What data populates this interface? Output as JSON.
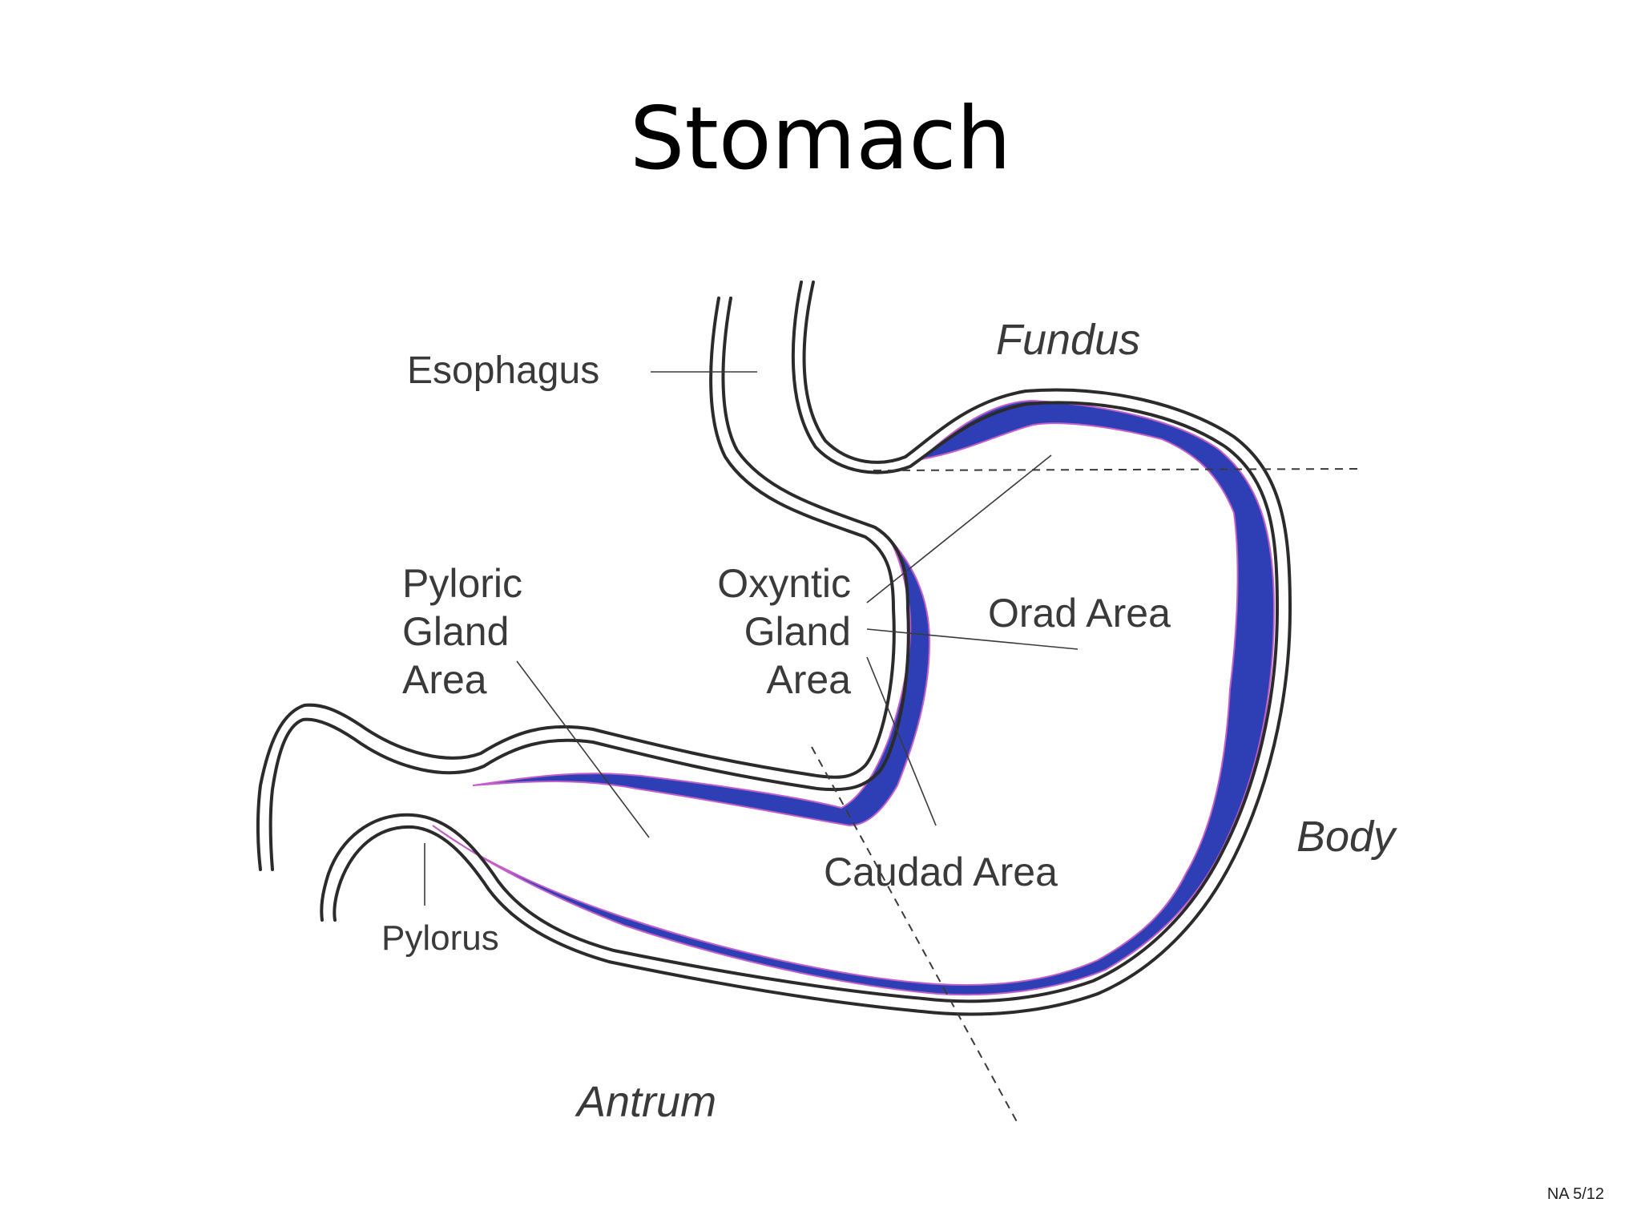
{
  "title": "Stomach",
  "slide_number": "NA 5/12",
  "diagram": {
    "regions": {
      "fundus": "Fundus",
      "body": "Body",
      "antrum": "Antrum"
    },
    "labels": {
      "esophagus": "Esophagus",
      "pyloric_gland_area": [
        "Pyloric",
        "Gland",
        "Area"
      ],
      "oxyntic_gland_area": [
        "Oxyntic",
        "Gland",
        "Area"
      ],
      "orad_area": "Orad Area",
      "caudad_area": "Caudad Area",
      "pylorus": "Pylorus"
    },
    "colors": {
      "outline": "#2b2b2b",
      "mucosa": "#2e3fb5",
      "mucosa_edge": "#c25fc9",
      "leader_line": "#3a3a3a"
    }
  }
}
